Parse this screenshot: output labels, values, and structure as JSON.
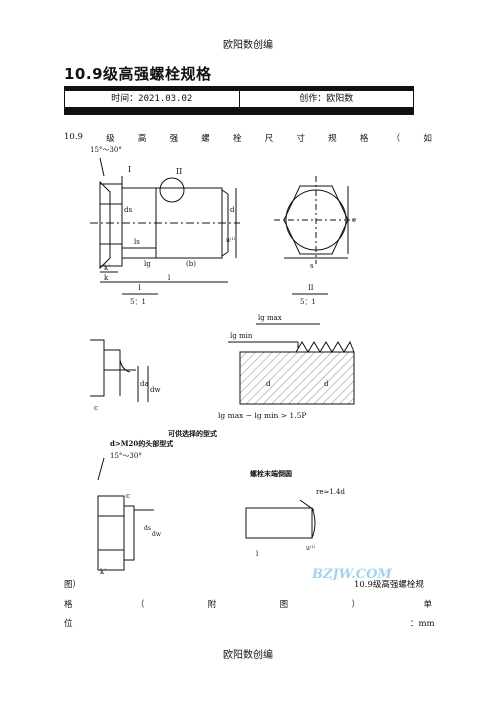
{
  "header": {
    "text": "欧阳数创编"
  },
  "footer": {
    "text": "欧阳数创编"
  },
  "title": "10.9级高强螺栓规格",
  "banner": {
    "time": "时间：2021.03.02",
    "author": "创作：欧阳数"
  },
  "intro": {
    "line1_chars": [
      "10.9",
      "级",
      "高",
      "强",
      "螺",
      "栓",
      "尺",
      "寸",
      "规",
      "格",
      "（",
      "如"
    ]
  },
  "figure": {
    "angle_top": "15°～30°",
    "roman_1": "I",
    "roman_2": "II",
    "lbl_ds": "ds",
    "lbl_d": "d",
    "lbl_ls": "ls",
    "lbl_lg": "lg",
    "lbl_b": "(b)",
    "lbl_k_prime": "k'",
    "lbl_k": "k",
    "lbl_l": "l",
    "lbl_u": "u⁽¹⁾",
    "lbl_s": "s",
    "lbl_e": "e",
    "scale": "5：1",
    "lbl_lgmax": "lg max",
    "lbl_lgmin": "lg min",
    "formula": "lg max − lg min > 1.5P",
    "lbl_c": "c",
    "lbl_da": "da",
    "lbl_dw": "dw",
    "optional_title": "可供选择的型式",
    "optional_sub": "d>M20的头部型式",
    "angle_bottom": "15°～30°",
    "end_title": "螺栓末端倒圆",
    "end_radius": "re≈1.4d",
    "watermark": "BZJW.COM"
  },
  "bottom_text": {
    "row1_left": "图）",
    "row1_right": "10.9级高强螺栓规",
    "row2": [
      "格",
      "（",
      "附",
      "图",
      "）",
      "单"
    ],
    "row3_left": "位",
    "row3_right": "：mm"
  }
}
